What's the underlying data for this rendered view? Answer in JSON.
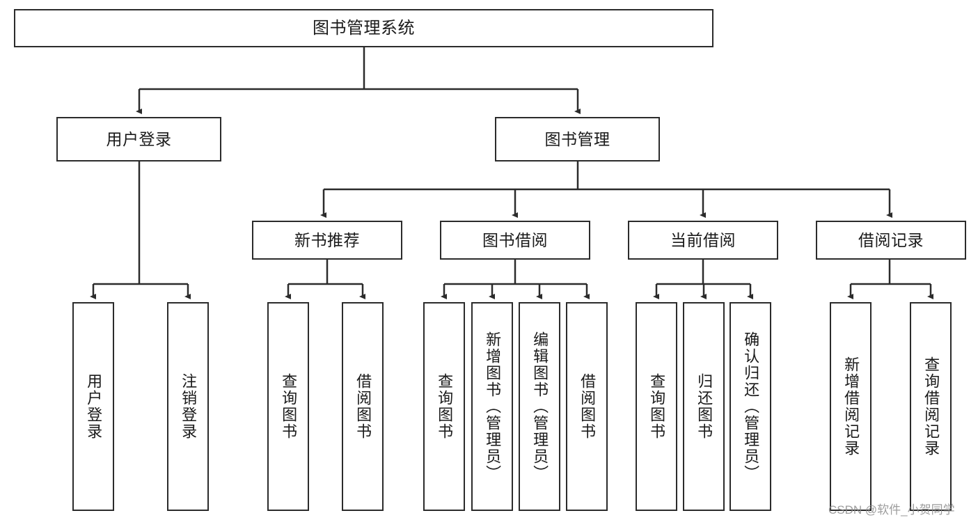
{
  "diagram": {
    "title": "图书管理系统",
    "type": "tree-hierarchy-diagram",
    "colors": {
      "box_border": "#2b2b2b",
      "box_fill": "#ffffff",
      "edge": "#2b2b2b",
      "text": "#1a1a1a",
      "watermark": "#8d8d8d",
      "background": "#ffffff"
    },
    "nodes": {
      "root": {
        "label": "图书管理系统"
      },
      "level2": [
        {
          "id": "user-login",
          "label": "用户登录"
        },
        {
          "id": "book-management",
          "label": "图书管理"
        }
      ],
      "level3": [
        {
          "id": "new-book-recommend",
          "label": "新书推荐"
        },
        {
          "id": "book-borrow",
          "label": "图书借阅"
        },
        {
          "id": "current-borrow",
          "label": "当前借阅"
        },
        {
          "id": "borrow-record",
          "label": "借阅记录"
        }
      ],
      "leaves": {
        "user-login": [
          {
            "id": "leaf-user-login",
            "label": "用户登录"
          },
          {
            "id": "leaf-logout-login",
            "label": "注销登录"
          }
        ],
        "new-book-recommend": [
          {
            "id": "leaf-query-book-1",
            "label": "查询图书"
          },
          {
            "id": "leaf-borrow-book-1",
            "label": "借阅图书"
          }
        ],
        "book-borrow": [
          {
            "id": "leaf-query-book-2",
            "label": "查询图书"
          },
          {
            "id": "leaf-add-book-admin",
            "label": "新增图书（管理员）"
          },
          {
            "id": "leaf-edit-book-admin",
            "label": "编辑图书（管理员）"
          },
          {
            "id": "leaf-borrow-book-2",
            "label": "借阅图书"
          }
        ],
        "current-borrow": [
          {
            "id": "leaf-query-book-3",
            "label": "查询图书"
          },
          {
            "id": "leaf-return-book",
            "label": "归还图书"
          },
          {
            "id": "leaf-confirm-return-admin",
            "label": "确认归还（管理员）"
          }
        ],
        "borrow-record": [
          {
            "id": "leaf-add-borrow-record",
            "label": "新增借阅记录"
          },
          {
            "id": "leaf-query-borrow-record",
            "label": "查询借阅记录"
          }
        ]
      }
    },
    "watermark": "CSDN @软件_小贺同学"
  }
}
